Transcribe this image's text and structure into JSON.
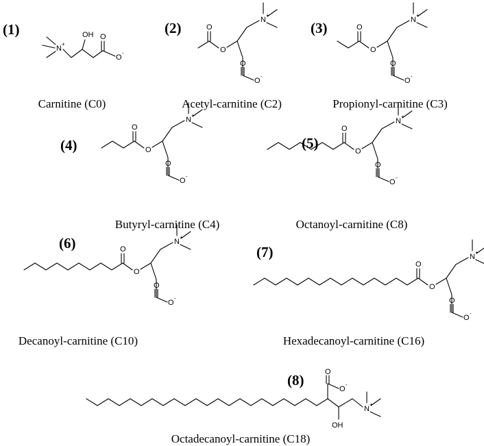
{
  "compounds": [
    {
      "number": "(1)",
      "name": "Carnitine (C0)"
    },
    {
      "number": "(2)",
      "name": "Acetyl-carnitine (C2)"
    },
    {
      "number": "(3)",
      "name": "Propionyl-carnitine (C3)"
    },
    {
      "number": "(4)",
      "name": "Butyryl-carnitine (C4)"
    },
    {
      "number": "(5)",
      "name": "Octanoyl-carnitine (C8)"
    },
    {
      "number": "(6)",
      "name": "Decanoyl-carnitine (C10)"
    },
    {
      "number": "(7)",
      "name": "Hexadecanoyl-carnitine (C16)"
    },
    {
      "number": "(8)",
      "name": "Octadecanoyl-carnitine (C18)"
    }
  ],
  "atoms": {
    "nitrogen": "N",
    "plus": "+",
    "hydroxyl": "OH",
    "oxygen": "O",
    "minus": "-"
  }
}
